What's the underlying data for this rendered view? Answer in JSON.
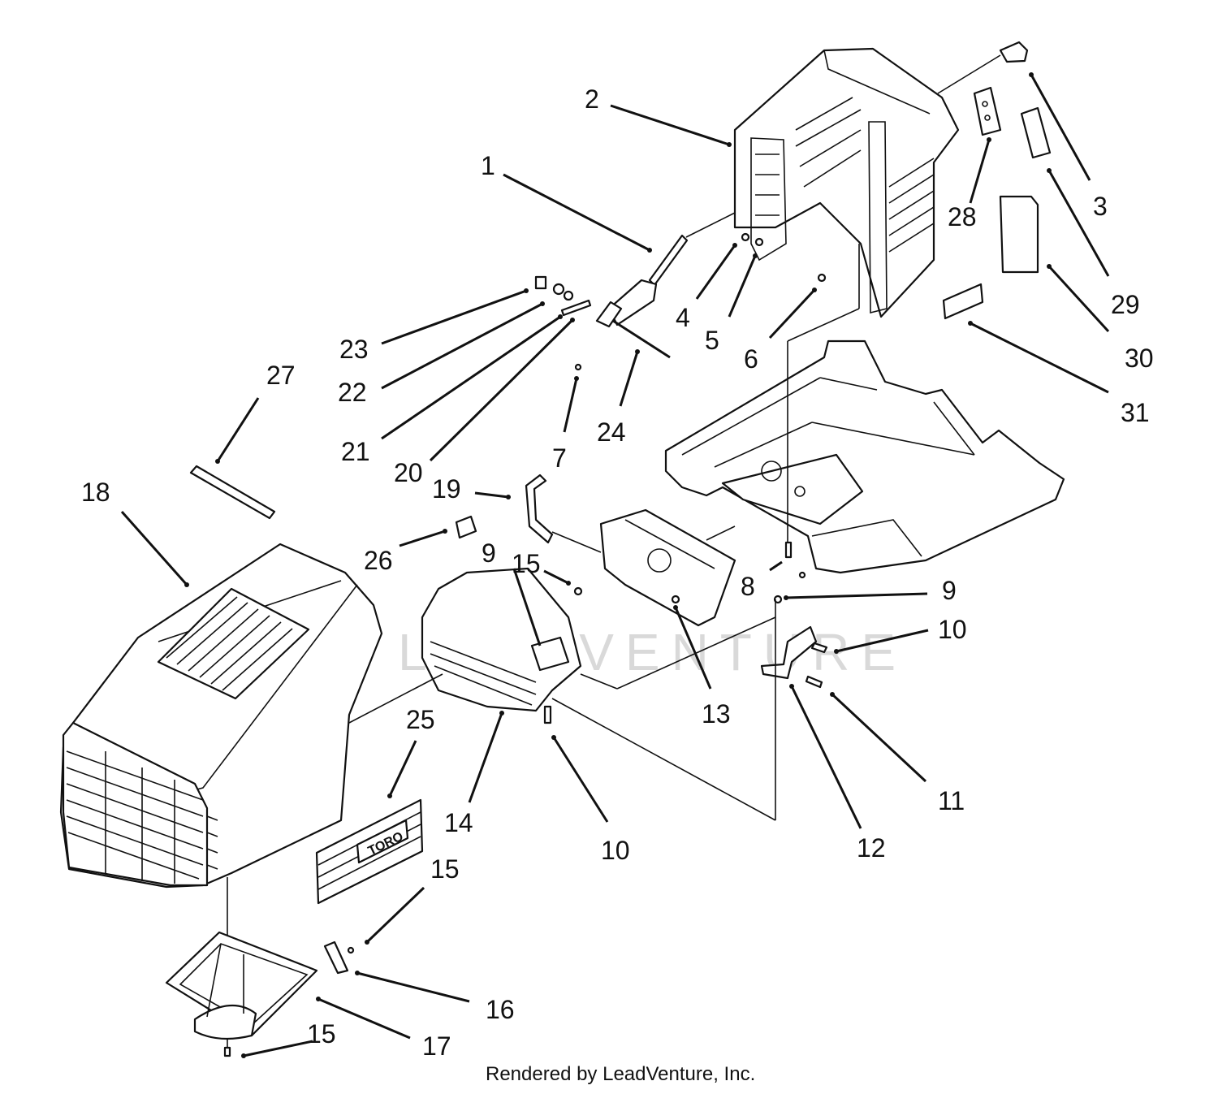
{
  "watermark": "LEADVENTURE",
  "credit": "Rendered by LeadVenture, Inc.",
  "decal_text": "TORO",
  "callouts": [
    {
      "id": "c1",
      "text": "1"
    },
    {
      "id": "c2",
      "text": "2"
    },
    {
      "id": "c3",
      "text": "3"
    },
    {
      "id": "c4",
      "text": "4"
    },
    {
      "id": "c5",
      "text": "5"
    },
    {
      "id": "c6",
      "text": "6"
    },
    {
      "id": "c7",
      "text": "7"
    },
    {
      "id": "c8",
      "text": "8"
    },
    {
      "id": "c9a",
      "text": "9"
    },
    {
      "id": "c9b",
      "text": "9"
    },
    {
      "id": "c10a",
      "text": "10"
    },
    {
      "id": "c10b",
      "text": "10"
    },
    {
      "id": "c11",
      "text": "11"
    },
    {
      "id": "c12",
      "text": "12"
    },
    {
      "id": "c13",
      "text": "13"
    },
    {
      "id": "c14",
      "text": "14"
    },
    {
      "id": "c15a",
      "text": "15"
    },
    {
      "id": "c15b",
      "text": "15"
    },
    {
      "id": "c15c",
      "text": "15"
    },
    {
      "id": "c16",
      "text": "16"
    },
    {
      "id": "c17",
      "text": "17"
    },
    {
      "id": "c18",
      "text": "18"
    },
    {
      "id": "c19",
      "text": "19"
    },
    {
      "id": "c20",
      "text": "20"
    },
    {
      "id": "c21",
      "text": "21"
    },
    {
      "id": "c22",
      "text": "22"
    },
    {
      "id": "c23",
      "text": "23"
    },
    {
      "id": "c24",
      "text": "24"
    },
    {
      "id": "c25",
      "text": "25"
    },
    {
      "id": "c26",
      "text": "26"
    },
    {
      "id": "c27",
      "text": "27"
    },
    {
      "id": "c28",
      "text": "28"
    },
    {
      "id": "c29",
      "text": "29"
    },
    {
      "id": "c30",
      "text": "30"
    },
    {
      "id": "c31",
      "text": "31"
    }
  ]
}
